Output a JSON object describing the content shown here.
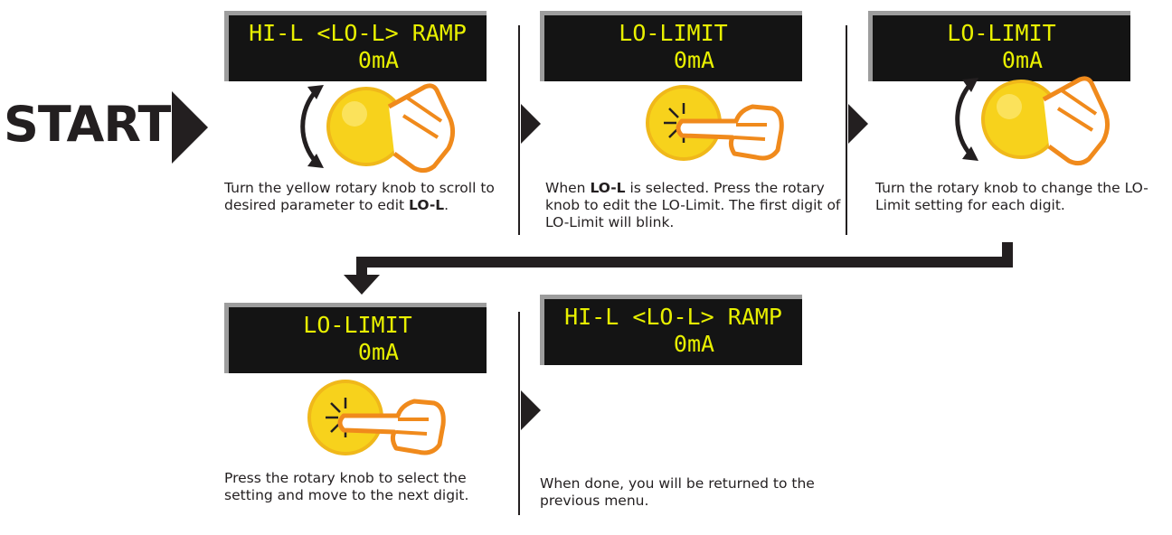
{
  "start_label": "START",
  "steps": [
    {
      "lcd_line1": "HI-L <LO-L> RAMP",
      "lcd_line2": "0mA",
      "action": "turn-knob",
      "text_a": "Turn the yellow rotary knob to scroll to desired parameter to edit ",
      "text_bold": "LO-L",
      "text_b": "."
    },
    {
      "lcd_line1": "LO-LIMIT",
      "lcd_line2": "0mA",
      "action": "press-knob",
      "text_a": "When ",
      "text_bold": "LO-L",
      "text_b": " is selected. Press the rotary knob to edit the LO-Limit. The first digit of LO-Limit will blink."
    },
    {
      "lcd_line1": "LO-LIMIT",
      "lcd_line2": "0mA",
      "action": "turn-knob",
      "text": "Turn the rotary knob to change the LO-Limit setting for each digit."
    },
    {
      "lcd_line1": "LO-LIMIT",
      "lcd_line2": "0mA",
      "action": "press-knob",
      "text": "Press the rotary knob to select the setting and move to the next digit."
    },
    {
      "lcd_line1": "HI-L <LO-L> RAMP",
      "lcd_line2": "0mA",
      "action": "none",
      "text": "When done, you will be returned to the previous menu."
    }
  ],
  "colors": {
    "lcd_text": "#e8f000",
    "lcd_bg": "#141414",
    "knob": "#f7d21c",
    "hand_outline": "#f08a1c",
    "ink": "#231f20"
  }
}
